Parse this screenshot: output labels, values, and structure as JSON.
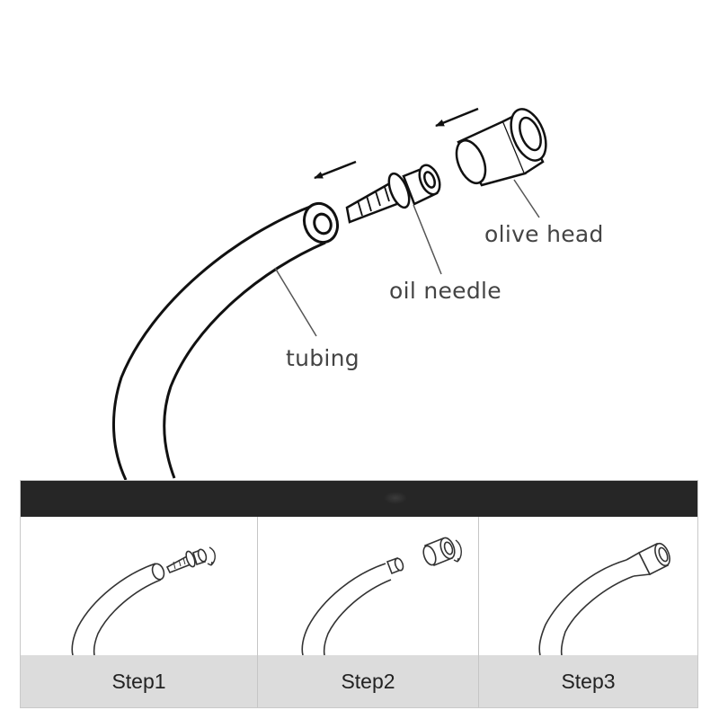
{
  "diagram": {
    "labels": {
      "olive_head": "olive head",
      "oil_needle": "oil needle",
      "tubing": "tubing"
    }
  },
  "steps": [
    {
      "label": "Step1"
    },
    {
      "label": "Step2"
    },
    {
      "label": "Step3"
    }
  ]
}
